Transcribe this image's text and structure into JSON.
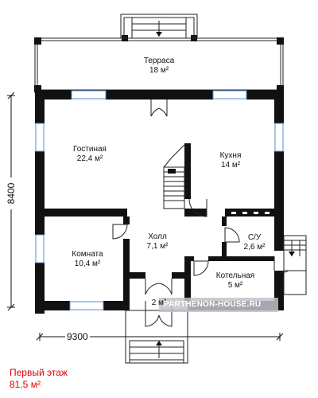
{
  "rooms": {
    "terrace": {
      "name": "Терраса",
      "area": "18 м²"
    },
    "living": {
      "name": "Гостиная",
      "area": "22,4 м²"
    },
    "kitchen": {
      "name": "Кухня",
      "area": "14 м²"
    },
    "hall": {
      "name": "Холл",
      "area": "7,1 м²"
    },
    "bath": {
      "name": "С/У",
      "area": "2,6 м²"
    },
    "room": {
      "name": "Комната",
      "area": "10,4 м²"
    },
    "boiler": {
      "name": "Котельная",
      "area": "5 м²"
    },
    "vestibule": {
      "area": "2 м²"
    }
  },
  "dimensions": {
    "width": "9300",
    "height": "8400"
  },
  "watermark": "PARTHENON-HOUSE.RU",
  "caption": {
    "floor": "Первый этаж",
    "area": "81,5 м²"
  },
  "colors": {
    "wall": "#111111",
    "window": "#5a8fd6",
    "caption": "#e00000"
  }
}
